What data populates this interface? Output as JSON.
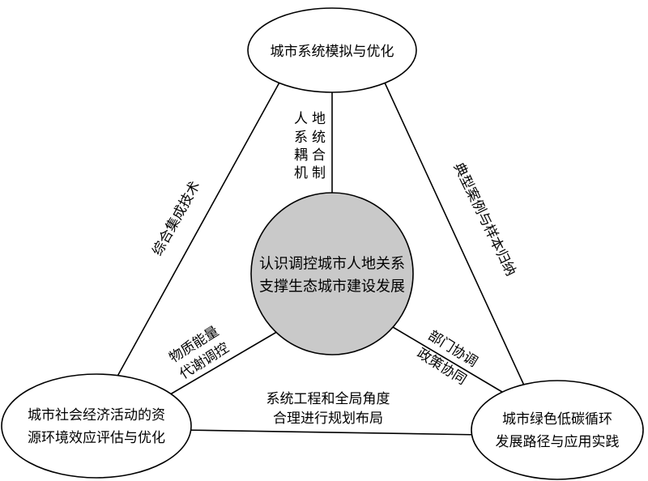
{
  "nodes": {
    "top": {
      "label": "城市系统模拟与优化"
    },
    "center": {
      "lines": [
        "认识调控城市人地关系",
        "支撑生态城市建设发展"
      ]
    },
    "bottom_left": {
      "lines": [
        "城市社会经济活动的资",
        "源环境效应评估与优化"
      ]
    },
    "bottom_right": {
      "lines": [
        "城市绿色低碳循环",
        "发展路径与应用实践"
      ]
    }
  },
  "edges": {
    "top_left": {
      "label": "综合集成技术"
    },
    "top_right": {
      "label": "典型案例与样本归纳"
    },
    "bottom": {
      "lines": [
        "系统工程和全局角度",
        "合理进行规划布局"
      ]
    },
    "center_top": {
      "lines": [
        "人地",
        "系统",
        "耦合",
        "机制"
      ]
    },
    "center_left": {
      "lines": [
        "物质能量",
        "代谢调控"
      ]
    },
    "center_right": {
      "lines": [
        "部门协调",
        "政策协同"
      ]
    }
  },
  "colors": {
    "background": "#ffffff",
    "stroke": "#000000",
    "node_fill": "#ffffff",
    "center_fill": "#c9c9c9"
  }
}
